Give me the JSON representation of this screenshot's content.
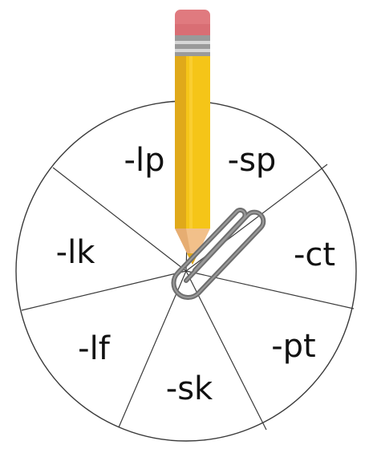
{
  "spinner": {
    "segments": [
      {
        "id": "lp",
        "label": "-lp"
      },
      {
        "id": "sp",
        "label": "-sp"
      },
      {
        "id": "ct",
        "label": "-ct"
      },
      {
        "id": "pt",
        "label": "-pt"
      },
      {
        "id": "sk",
        "label": "-sk"
      },
      {
        "id": "lf",
        "label": "-lf"
      },
      {
        "id": "lk",
        "label": "-lk"
      }
    ]
  },
  "spinner_pointer": {
    "pencil_icon": "pencil-icon",
    "paperclip_icon": "paperclip-icon"
  },
  "colors": {
    "wheel_stroke": "#3a3a3a",
    "pencil_body": "#f5c518",
    "pencil_shade": "#e0a91a",
    "pencil_eraser": "#e07a7f",
    "pencil_ferrule": "#9a9a9a",
    "pencil_wood": "#f2c08a",
    "paperclip": "#6e6e6e"
  }
}
